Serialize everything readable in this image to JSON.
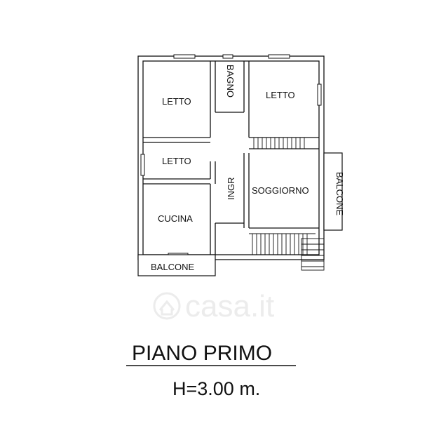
{
  "plan": {
    "rooms": {
      "letto_top_left": "LETTO",
      "bagno": "BAGNO",
      "letto_top_right": "LETTO",
      "letto_mid_left": "LETTO",
      "ingr": "INGR",
      "soggiorno": "SOGGIORNO",
      "cucina": "CUCINA",
      "balcone_right": "BALCONE",
      "balcone_bottom": "BALCONE"
    },
    "title": "PIANO PRIMO",
    "height_note": "H=3.00 m.",
    "watermark": "casa.it"
  },
  "colors": {
    "line": "#111111",
    "watermark": "#ececec"
  }
}
